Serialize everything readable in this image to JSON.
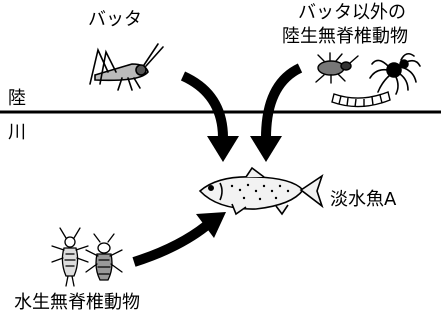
{
  "labels": {
    "grasshopper": "バッタ",
    "other_land_line1": "バッタ以外の",
    "other_land_line2": "陸生無脊椎動物",
    "land": "陸",
    "river": "川",
    "fish": "淡水魚A",
    "aquatic_inv": "水生無脊椎動物"
  },
  "colors": {
    "line": "#000000",
    "fish_fill": "#f2f2f2",
    "background": "#ffffff"
  },
  "icons": {
    "grasshopper": "grasshopper-icon",
    "beetle": "beetle-icon",
    "spider": "spider-icon",
    "larva": "larva-icon",
    "fish": "fish-icon",
    "nymph": "aquatic-nymph-icon"
  }
}
